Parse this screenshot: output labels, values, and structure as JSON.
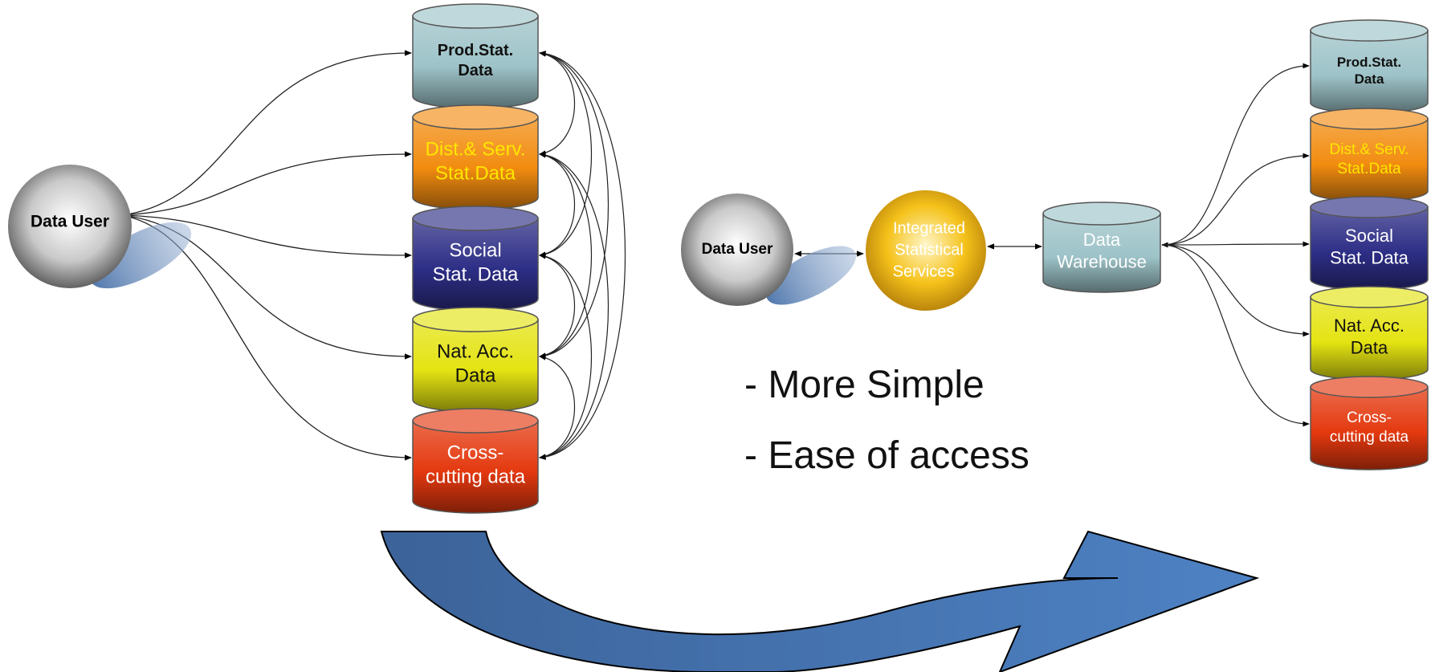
{
  "left": {
    "user": {
      "label": "Data User",
      "icon": "data-user-sphere"
    },
    "stores": [
      {
        "line1": "Prod.Stat.",
        "line2": "Data",
        "color": "#9dc3c8",
        "text_color": "#111111",
        "bold": true
      },
      {
        "line1": "Dist.& Serv.",
        "line2": "Stat.Data",
        "color": "#f28c10",
        "text_color": "#ffe600",
        "bold": false
      },
      {
        "line1": "Social",
        "line2": "Stat. Data",
        "color": "#2d2e86",
        "text_color": "#ffffff",
        "bold": false
      },
      {
        "line1": "Nat. Acc.",
        "line2": "Data",
        "color": "#e4e312",
        "text_color": "#111111",
        "bold": false
      },
      {
        "line1": "Cross-",
        "line2": "cutting data",
        "color": "#e4390f",
        "text_color": "#ffffff",
        "bold": false
      }
    ]
  },
  "right": {
    "user": {
      "label": "Data User",
      "icon": "data-user-sphere"
    },
    "services": {
      "line1": "Integrated",
      "line2": "Statistical",
      "line3": "Services",
      "color": "#e8a90a"
    },
    "warehouse": {
      "line1": "Data",
      "line2": "Warehouse",
      "color": "#9dc3c8"
    },
    "stores": [
      {
        "line1": "Prod.Stat.",
        "line2": "Data",
        "color": "#9dc3c8",
        "text_color": "#111111",
        "bold": true
      },
      {
        "line1": "Dist.& Serv.",
        "line2": "Stat.Data",
        "color": "#f28c10",
        "text_color": "#ffe600",
        "bold": false
      },
      {
        "line1": "Social",
        "line2": "Stat. Data",
        "color": "#2d2e86",
        "text_color": "#ffffff",
        "bold": false
      },
      {
        "line1": "Nat. Acc.",
        "line2": "Data",
        "color": "#e4e312",
        "text_color": "#111111",
        "bold": false
      },
      {
        "line1": "Cross-",
        "line2": "cutting data",
        "color": "#e4390f",
        "text_color": "#ffffff",
        "bold": false
      }
    ]
  },
  "benefits": [
    "- More Simple",
    "- Ease of access"
  ],
  "transition_arrow": {
    "color": "#4a7ab5",
    "icon": "curved-arrow"
  }
}
